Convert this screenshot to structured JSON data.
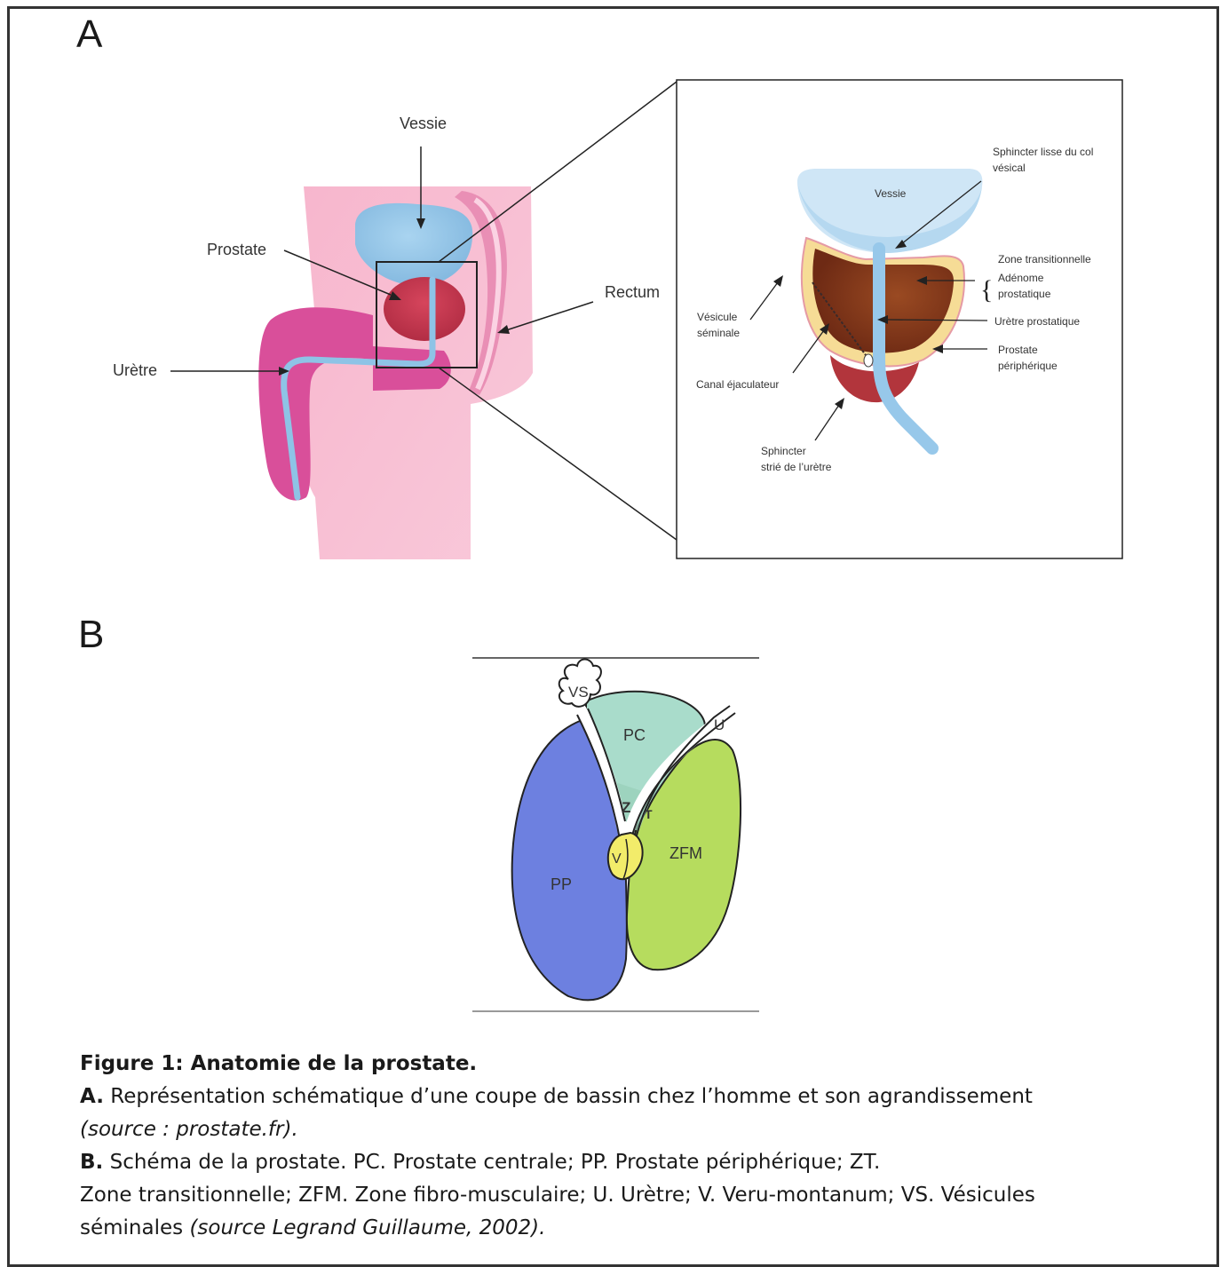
{
  "panel_a": {
    "letter": "A",
    "labels": {
      "vessie": "Vessie",
      "prostate": "Prostate",
      "uretre": "Urètre",
      "rectum": "Rectum"
    },
    "inset": {
      "vessie": "Vessie",
      "sphincter_lisse_1": "Sphincter lisse du col",
      "sphincter_lisse_2": "vésical",
      "zone_transitionnelle": "Zone transitionnelle",
      "adenome_1": "Adénome",
      "adenome_2": "prostatique",
      "uretre_prostatique": "Urètre prostatique",
      "prostate_peripherique_1": "Prostate",
      "prostate_peripherique_2": "périphérique",
      "vesicule_1": "Vésicule",
      "vesicule_2": "séminale",
      "canal": "Canal éjaculateur",
      "sphincter_strie_1": "Sphincter",
      "sphincter_strie_2": "strié de l’urètre"
    }
  },
  "panel_b": {
    "letter": "B",
    "labels": {
      "vs": "VS",
      "pc": "PC",
      "u": "U",
      "z": "Z",
      "t": "T",
      "zfm": "ZFM",
      "v": "V",
      "pp": "PP"
    }
  },
  "caption": {
    "title": "Figure 1: Anatomie de la prostate.",
    "a_marker": "A.",
    "a_text": " Représentation schématique d’une coupe de bassin chez l’homme et son agrandissement",
    "a_source": "(source : prostate.fr).",
    "b_marker": "B.",
    "b_text_1": " Schéma de la prostate. PC. Prostate centrale; PP. Prostate périphérique; ZT.",
    "b_text_2": "Zone transitionnelle; ZFM. Zone fibro-musculaire; U. Urètre; V. Veru-montanum; VS. Vésicules",
    "b_text_3": "séminales ",
    "b_source": "(source Legrand Guillaume, 2002)."
  },
  "colors": {
    "bladder": "#8ec3e6",
    "prostate_red": "#c0334a",
    "tissue_pink": "#f1a6c2",
    "penis_magenta": "#d9509c",
    "adenoma_brown": "#8b3a1c",
    "peripheral_yellow": "#f4d58a",
    "pp_blue": "#6b7fe0",
    "pc_teal": "#a9dcc8",
    "zfm_green": "#b5dd5c",
    "v_yellow": "#f2ee6a"
  }
}
